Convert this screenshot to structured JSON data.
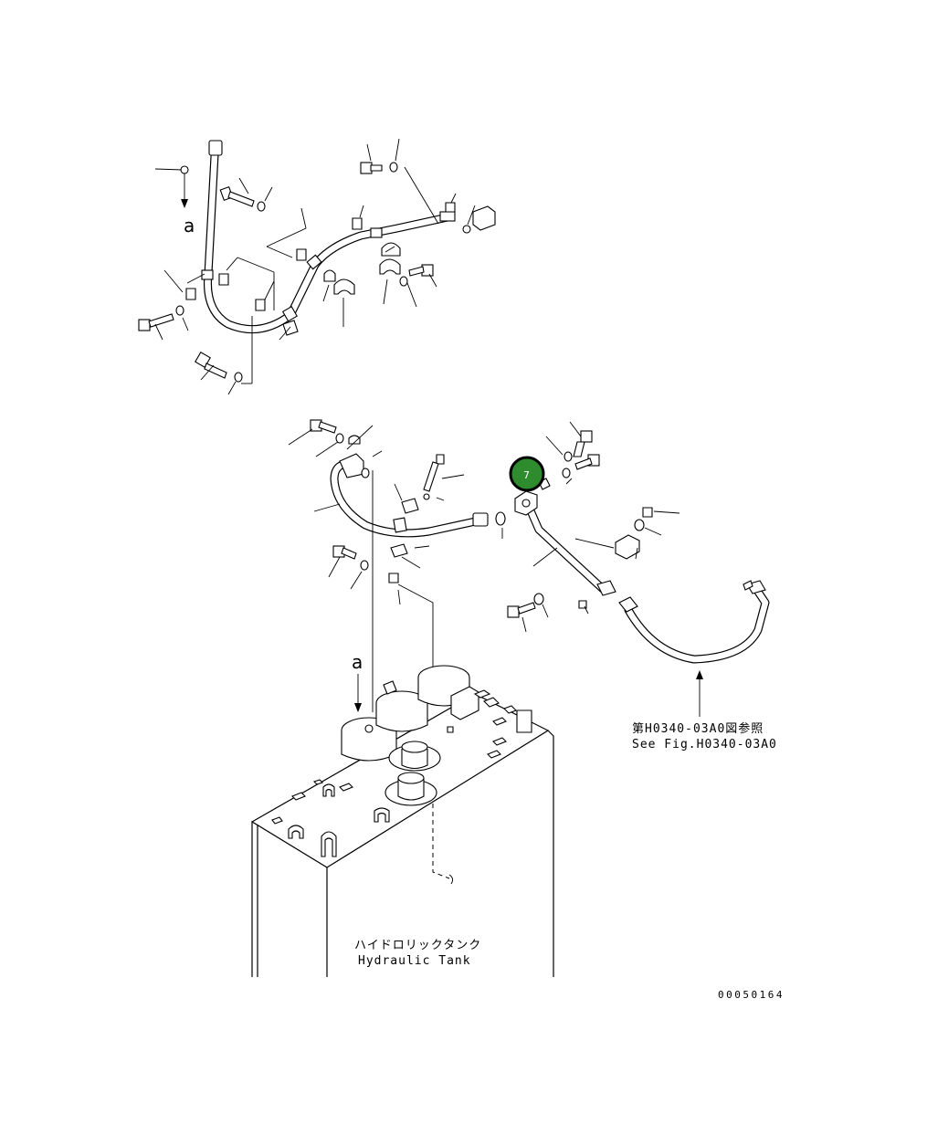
{
  "diagram": {
    "drawing_number": "00050164",
    "connection_mark_upper": "a",
    "connection_mark_lower": "a",
    "reference_jp": "第H0340-03A0図参照",
    "reference_en": "See Fig.H0340-03A0",
    "tank_label_jp": "ハイドロリックタンク",
    "tank_label_en": "Hydraulic Tank",
    "callout": {
      "number": "7",
      "color": "#2e8b2e"
    }
  }
}
